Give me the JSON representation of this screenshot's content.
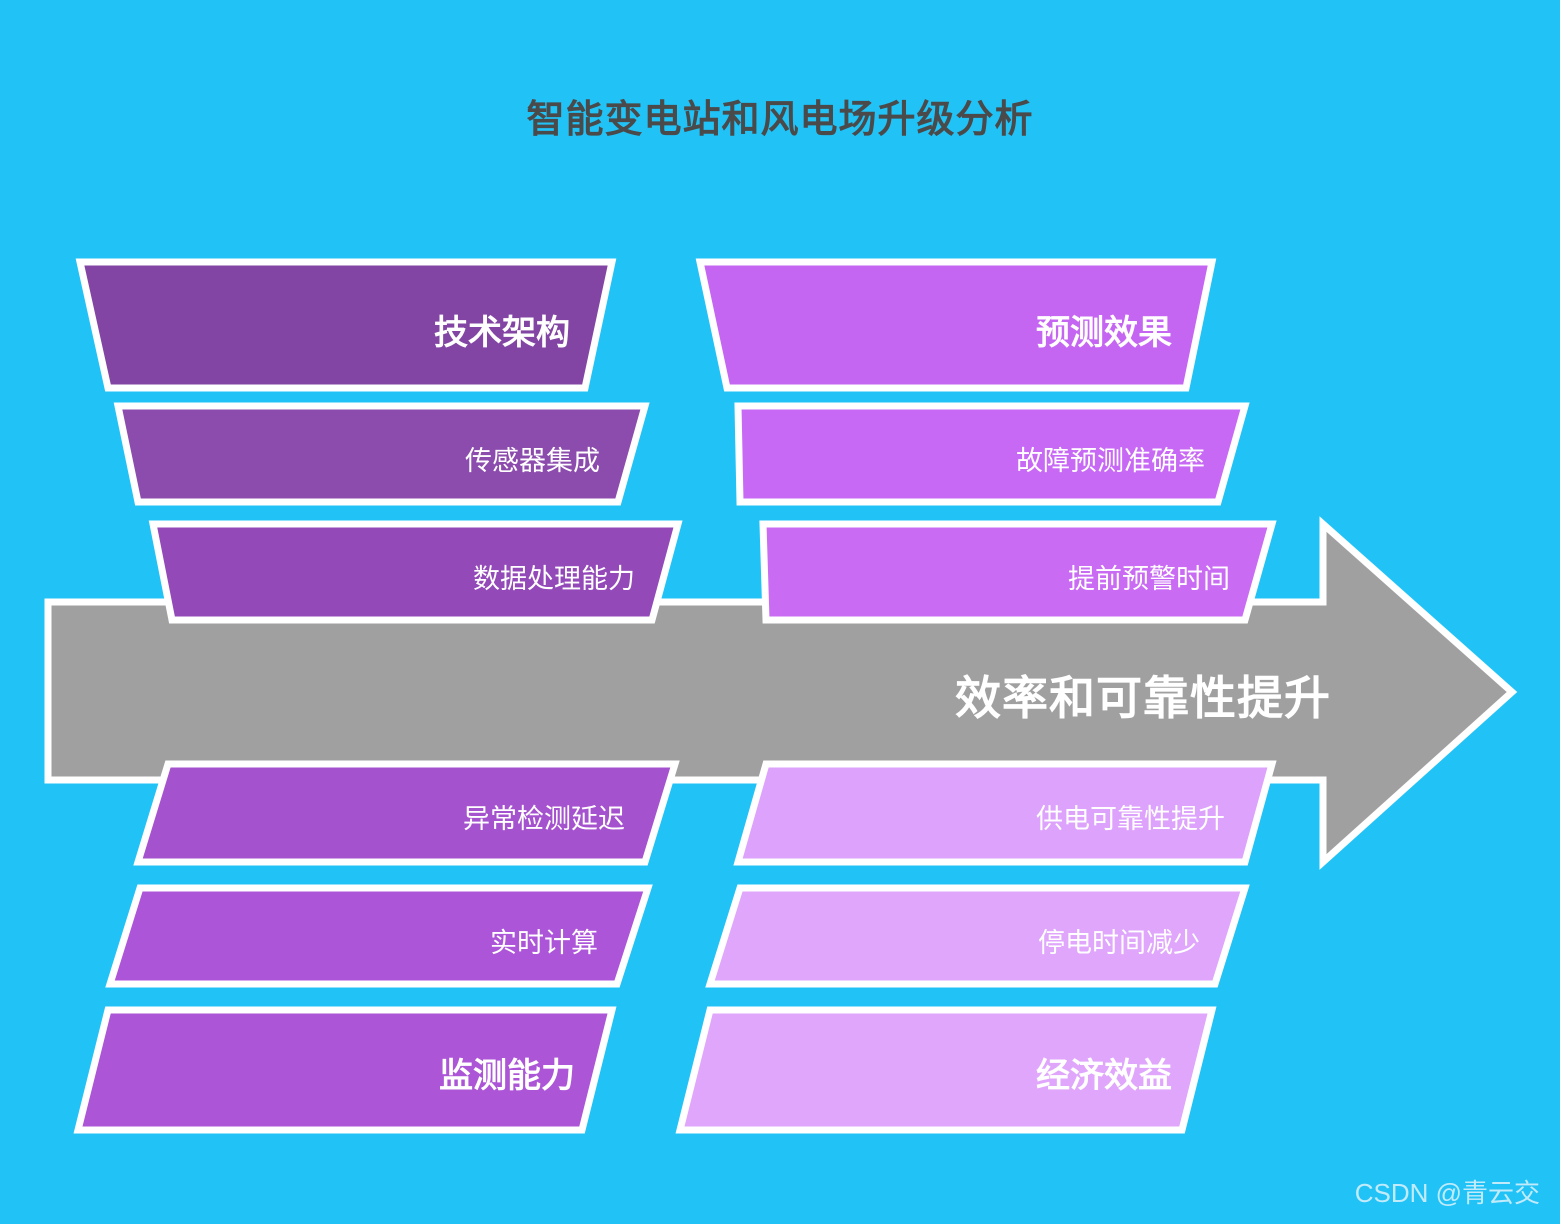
{
  "page": {
    "title": "智能变电站和风电场升级分析",
    "background_color": "#21c3f7",
    "title_color": "#4a4a4a"
  },
  "arrow": {
    "label": "效率和可靠性提升",
    "color": "#a0a0a0",
    "outline_color": "#ffffff"
  },
  "watermark": {
    "text": "CSDN @青云交"
  },
  "columns": [
    {
      "name": "left",
      "bands": [
        {
          "label": "技术架构",
          "role": "header",
          "color": "#8245a3"
        },
        {
          "label": "传感器集成",
          "role": "item",
          "color": "#8c4cad"
        },
        {
          "label": "数据处理能力",
          "role": "item",
          "color": "#9349b8"
        },
        {
          "label": "异常检测延迟",
          "role": "item",
          "color": "#a552cf"
        },
        {
          "label": "实时计算",
          "role": "item",
          "color": "#ad55d9"
        },
        {
          "label": "监测能力",
          "role": "header",
          "color": "#ac55d6"
        }
      ]
    },
    {
      "name": "right",
      "bands": [
        {
          "label": "预测效果",
          "role": "header",
          "color": "#c566f2"
        },
        {
          "label": "故障预测准确率",
          "role": "item",
          "color": "#c869f5"
        },
        {
          "label": "提前预警时间",
          "role": "item",
          "color": "#c96cf3"
        },
        {
          "label": "供电可靠性提升",
          "role": "item",
          "color": "#dda2fb"
        },
        {
          "label": "停电时间减少",
          "role": "item",
          "color": "#dfa6fb"
        },
        {
          "label": "经济效益",
          "role": "header",
          "color": "#dfa6fb"
        }
      ]
    }
  ]
}
